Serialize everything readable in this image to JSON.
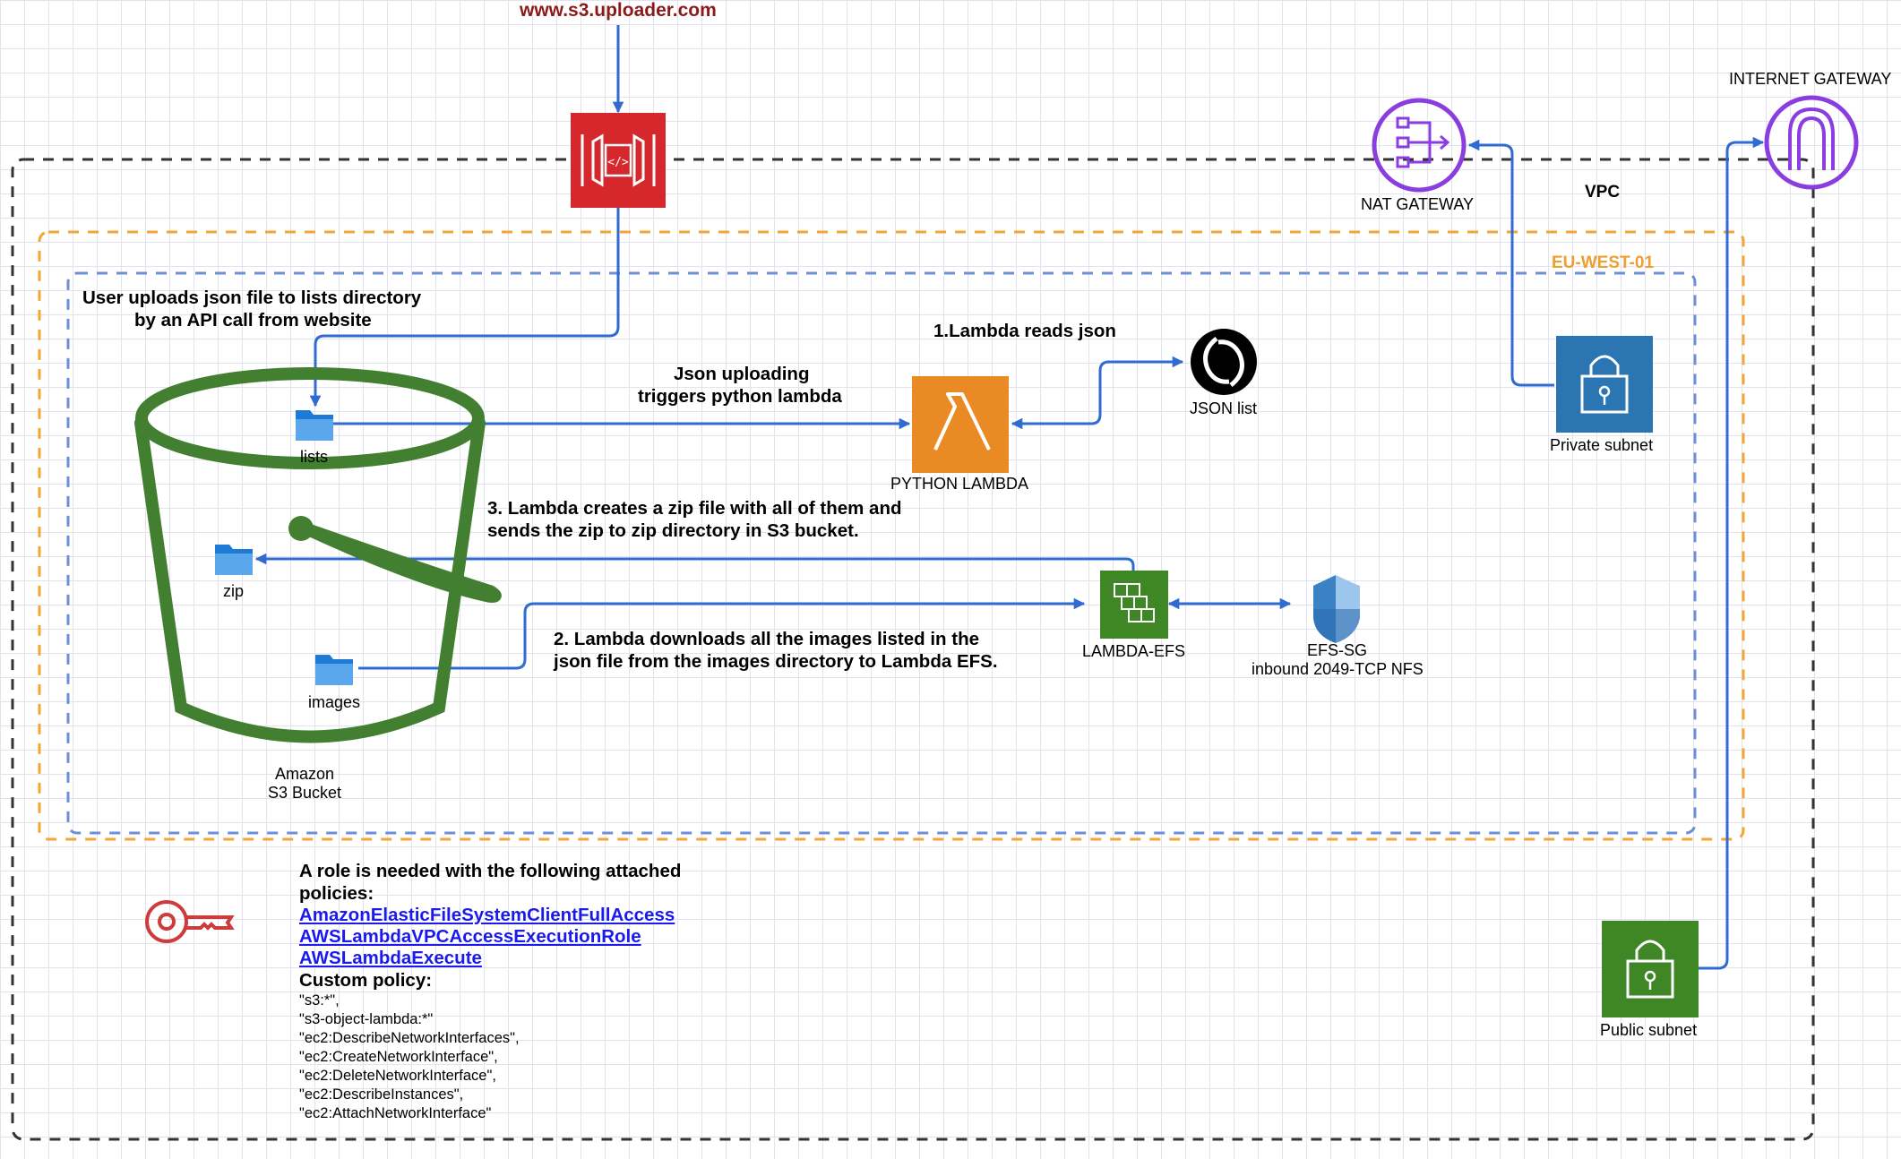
{
  "header": {
    "url": "www.s3.uploader.com"
  },
  "labels": {
    "internet_gateway": "INTERNET GATEWAY",
    "nat_gateway": "NAT GATEWAY",
    "vpc": "VPC",
    "region": "EU-WEST-01",
    "private_subnet": "Private subnet",
    "public_subnet": "Public subnet",
    "python_lambda": "PYTHON LAMBDA",
    "json_list": "JSON list",
    "lambda_efs": "LAMBDA-EFS",
    "efs_sg_line1": "EFS-SG",
    "efs_sg_line2": "inbound 2049-TCP NFS",
    "folder_lists": "lists",
    "folder_zip": "zip",
    "folder_images": "images",
    "s3_line1": "Amazon",
    "s3_line2": "S3 Bucket"
  },
  "annotations": {
    "upload_line1": "User uploads json file to lists directory",
    "upload_line2": "by an API call from website",
    "trigger_line1": "Json uploading",
    "trigger_line2": "triggers python lambda",
    "step1": "1.Lambda reads json",
    "step2_line1": "2. Lambda downloads all the images listed in the",
    "step2_line2": "json file from the images directory to Lambda EFS.",
    "step3_line1": "3. Lambda creates a zip file with all of them and",
    "step3_line2": "sends the zip to zip directory in S3 bucket."
  },
  "role": {
    "line1": "A role is needed with the following attached",
    "line2": "policies:",
    "policies": [
      "AmazonElasticFileSystemClientFullAccess",
      "AWSLambdaVPCAccessExecutionRole",
      "AWSLambdaExecute"
    ],
    "custom_title": "Custom policy:",
    "custom_actions": [
      "\"s3:*\",",
      "\"s3-object-lambda:*\"",
      "\"ec2:DescribeNetworkInterfaces\",",
      "\"ec2:CreateNetworkInterface\",",
      "\"ec2:DeleteNetworkInterface\",",
      "\"ec2:DescribeInstances\",",
      "\"ec2:AttachNetworkInterface\""
    ]
  },
  "colors": {
    "api_gateway": "#d6272c",
    "lambda": "#e98a24",
    "efs": "#3f8624",
    "subnet_private": "#2a75b2",
    "subnet_public": "#3f8624",
    "gateway_purple": "#8a3ee0",
    "bucket_green": "#427f31",
    "arrow_blue": "#2f6bd1",
    "region_orange": "#f3a637",
    "key_red": "#cc3c3c",
    "region_label": "#ef9f2f"
  }
}
